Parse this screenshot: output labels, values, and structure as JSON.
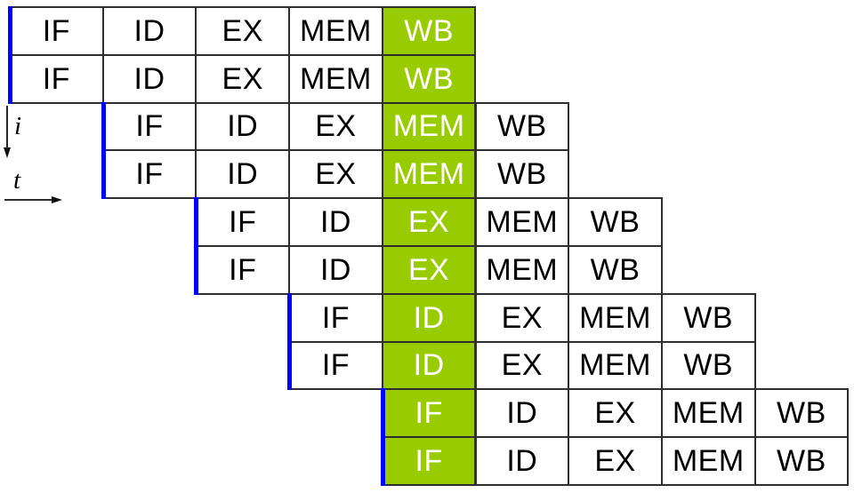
{
  "diagram": {
    "title": "superscalar-pipeline-diagram",
    "stages": [
      "IF",
      "ID",
      "EX",
      "MEM",
      "WB"
    ],
    "highlight_column": 4,
    "colors": {
      "highlight_fill": "#99cc00",
      "highlight_text": "#ffffff",
      "cell_fill": "#ffffff",
      "cell_text": "#000000",
      "grid_line": "#2e2e2e",
      "issue_marker": "#0000ff"
    },
    "axes": {
      "vertical_label": "i",
      "horizontal_label": "t"
    },
    "rows": [
      {
        "cells": [
          {
            "label": "IF",
            "col": 0,
            "highlight": false
          },
          {
            "label": "ID",
            "col": 1,
            "highlight": false
          },
          {
            "label": "EX",
            "col": 2,
            "highlight": false
          },
          {
            "label": "MEM",
            "col": 3,
            "highlight": false
          },
          {
            "label": "WB",
            "col": 4,
            "highlight": true
          }
        ]
      },
      {
        "cells": [
          {
            "label": "IF",
            "col": 0,
            "highlight": false
          },
          {
            "label": "ID",
            "col": 1,
            "highlight": false
          },
          {
            "label": "EX",
            "col": 2,
            "highlight": false
          },
          {
            "label": "MEM",
            "col": 3,
            "highlight": false
          },
          {
            "label": "WB",
            "col": 4,
            "highlight": true
          }
        ]
      },
      {
        "cells": [
          {
            "label": "IF",
            "col": 1,
            "highlight": false
          },
          {
            "label": "ID",
            "col": 2,
            "highlight": false
          },
          {
            "label": "EX",
            "col": 3,
            "highlight": false
          },
          {
            "label": "MEM",
            "col": 4,
            "highlight": true
          },
          {
            "label": "WB",
            "col": 5,
            "highlight": false
          }
        ]
      },
      {
        "cells": [
          {
            "label": "IF",
            "col": 1,
            "highlight": false
          },
          {
            "label": "ID",
            "col": 2,
            "highlight": false
          },
          {
            "label": "EX",
            "col": 3,
            "highlight": false
          },
          {
            "label": "MEM",
            "col": 4,
            "highlight": true
          },
          {
            "label": "WB",
            "col": 5,
            "highlight": false
          }
        ]
      },
      {
        "cells": [
          {
            "label": "IF",
            "col": 2,
            "highlight": false
          },
          {
            "label": "ID",
            "col": 3,
            "highlight": false
          },
          {
            "label": "EX",
            "col": 4,
            "highlight": true
          },
          {
            "label": "MEM",
            "col": 5,
            "highlight": false
          },
          {
            "label": "WB",
            "col": 6,
            "highlight": false
          }
        ]
      },
      {
        "cells": [
          {
            "label": "IF",
            "col": 2,
            "highlight": false
          },
          {
            "label": "ID",
            "col": 3,
            "highlight": false
          },
          {
            "label": "EX",
            "col": 4,
            "highlight": true
          },
          {
            "label": "MEM",
            "col": 5,
            "highlight": false
          },
          {
            "label": "WB",
            "col": 6,
            "highlight": false
          }
        ]
      },
      {
        "cells": [
          {
            "label": "IF",
            "col": 3,
            "highlight": false
          },
          {
            "label": "ID",
            "col": 4,
            "highlight": true
          },
          {
            "label": "EX",
            "col": 5,
            "highlight": false
          },
          {
            "label": "MEM",
            "col": 6,
            "highlight": false
          },
          {
            "label": "WB",
            "col": 7,
            "highlight": false
          }
        ]
      },
      {
        "cells": [
          {
            "label": "IF",
            "col": 3,
            "highlight": false
          },
          {
            "label": "ID",
            "col": 4,
            "highlight": true
          },
          {
            "label": "EX",
            "col": 5,
            "highlight": false
          },
          {
            "label": "MEM",
            "col": 6,
            "highlight": false
          },
          {
            "label": "WB",
            "col": 7,
            "highlight": false
          }
        ]
      },
      {
        "cells": [
          {
            "label": "IF",
            "col": 4,
            "highlight": true
          },
          {
            "label": "ID",
            "col": 5,
            "highlight": false
          },
          {
            "label": "EX",
            "col": 6,
            "highlight": false
          },
          {
            "label": "MEM",
            "col": 7,
            "highlight": false
          },
          {
            "label": "WB",
            "col": 8,
            "highlight": false
          }
        ]
      },
      {
        "cells": [
          {
            "label": "IF",
            "col": 4,
            "highlight": true
          },
          {
            "label": "ID",
            "col": 5,
            "highlight": false
          },
          {
            "label": "EX",
            "col": 6,
            "highlight": false
          },
          {
            "label": "MEM",
            "col": 7,
            "highlight": false
          },
          {
            "label": "WB",
            "col": 8,
            "highlight": false
          }
        ]
      }
    ]
  }
}
